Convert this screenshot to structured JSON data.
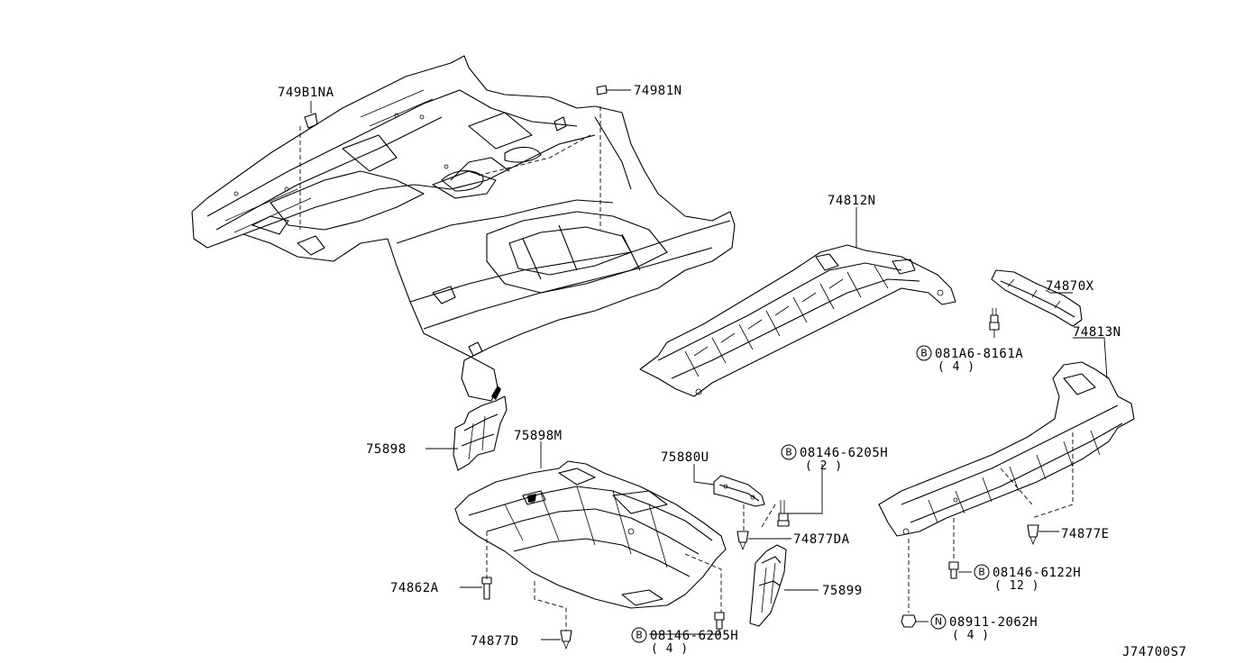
{
  "diagram_id": "J74700S7",
  "parts": {
    "p74981NA": "749B1NA",
    "p74981N": "74981N",
    "p74812N": "74812N",
    "p74870X": "74870X",
    "p74813N": "74813N",
    "p75898": "75898",
    "p75898M": "75898M",
    "p75880U": "75880U",
    "p74877DA": "74877DA",
    "p74877E": "74877E",
    "p75899": "75899",
    "p74862A": "74862A",
    "p74877D": "74877D"
  },
  "fasteners": {
    "f1": {
      "prefix": "B",
      "part": "081A6-8161A",
      "qty": "( 4 )"
    },
    "f2": {
      "prefix": "B",
      "part": "08146-6205H",
      "qty": "( 2 )"
    },
    "f3": {
      "prefix": "B",
      "part": "08146-6122H",
      "qty": "( 12 )"
    },
    "f4": {
      "prefix": "N",
      "part": "08911-2062H",
      "qty": "( 4 )"
    },
    "f5": {
      "prefix": "B",
      "part": "08146-6205H",
      "qty": "( 4 )"
    }
  }
}
